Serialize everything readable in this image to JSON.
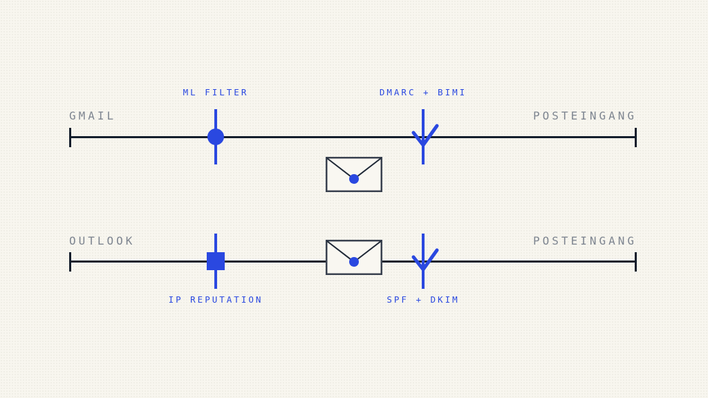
{
  "theme": {
    "background": "#f8f6ef",
    "timeline": "#141e2c",
    "accent": "#2a48e0",
    "label_grey": "#7e8590",
    "envelope_border": "#3a4250",
    "envelope_fill": "#f9f7f1",
    "flap": "#1f2836"
  },
  "rows": [
    {
      "provider": "GMAIL",
      "destination": "POSTEINGANG",
      "markers": [
        {
          "shape": "circle",
          "label": "ML FILTER"
        },
        {
          "shape": "check",
          "label": "DMARC + BIMI"
        }
      ],
      "envelope_icon": "envelope-icon",
      "envelope_position": "between-rows"
    },
    {
      "provider": "OUTLOOK",
      "destination": "POSTEINGANG",
      "markers": [
        {
          "shape": "square",
          "label": "IP REPUTATION"
        },
        {
          "shape": "check",
          "label": "SPF + DKIM"
        }
      ],
      "envelope_icon": "envelope-icon",
      "envelope_position": "on-line"
    }
  ]
}
